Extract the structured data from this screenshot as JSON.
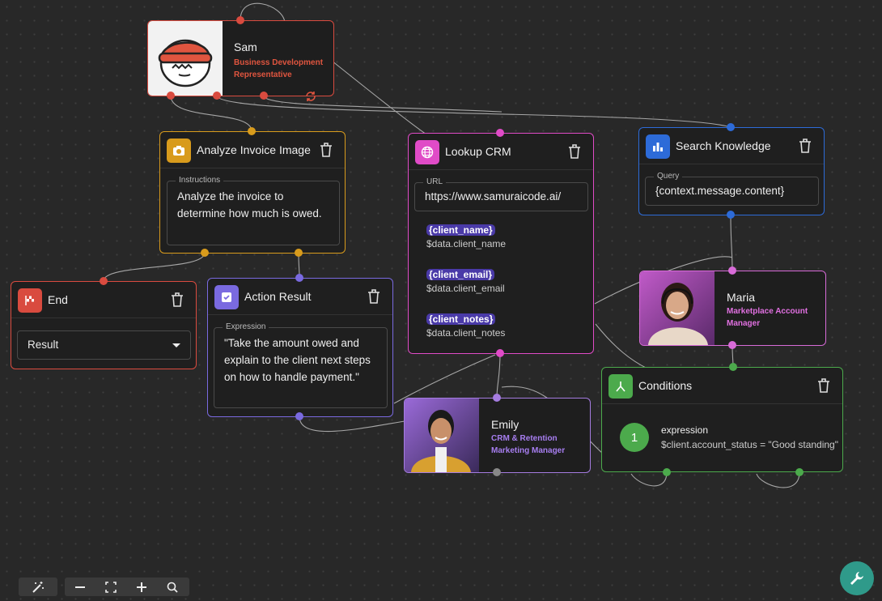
{
  "nodes": {
    "sam": {
      "name": "Sam",
      "role": "Business Development Representative"
    },
    "analyze": {
      "title": "Analyze Invoice Image",
      "field_label": "Instructions",
      "field_value": "Analyze the invoice to determine how much is owed."
    },
    "lookup": {
      "title": "Lookup CRM",
      "field_label": "URL",
      "field_value": "https://www.samuraicode.ai/",
      "params": [
        {
          "key": "{client_name}",
          "value": "$data.client_name"
        },
        {
          "key": "{client_email}",
          "value": "$data.client_email"
        },
        {
          "key": "{client_notes}",
          "value": "$data.client_notes"
        }
      ]
    },
    "search": {
      "title": "Search Knowledge",
      "field_label": "Query",
      "field_value": "{context.message.content}"
    },
    "end": {
      "title": "End",
      "select_value": "Result"
    },
    "action": {
      "title": "Action Result",
      "field_label": "Expression",
      "field_value": "\"Take the amount owed and explain to the client next steps on how to handle payment.\""
    },
    "maria": {
      "name": "Maria",
      "role": "Marketplace Account Manager"
    },
    "emily": {
      "name": "Emily",
      "role": "CRM & Retention Marketing Manager"
    },
    "conditions": {
      "title": "Conditions",
      "badge": "1",
      "label": "expression",
      "expression": "$client.account_status = \"Good standing\""
    }
  },
  "colors": {
    "sam": "#d94b3f",
    "analyze": "#d89b1c",
    "lookup": "#e04bc7",
    "search": "#2d6bd8",
    "end": "#d94b3f",
    "action": "#7a6ae0",
    "maria": "#d86bd8",
    "emily": "#a57ce0",
    "conditions": "#4caa4c",
    "edge": "#c8c8c8"
  },
  "icons": {
    "analyze": "camera-icon",
    "lookup": "globe-icon",
    "search": "bar-chart-icon",
    "end": "finish-flag-icon",
    "action": "checkbox-icon",
    "conditions": "branch-icon",
    "delete": "trash-icon",
    "refresh": "refresh-icon",
    "select": "caret-down-icon",
    "wrench": "wrench-icon"
  },
  "toolbar": [
    "magic-wand-icon",
    "zoom-out-icon",
    "fit-view-icon",
    "zoom-in-icon",
    "search-icon"
  ]
}
